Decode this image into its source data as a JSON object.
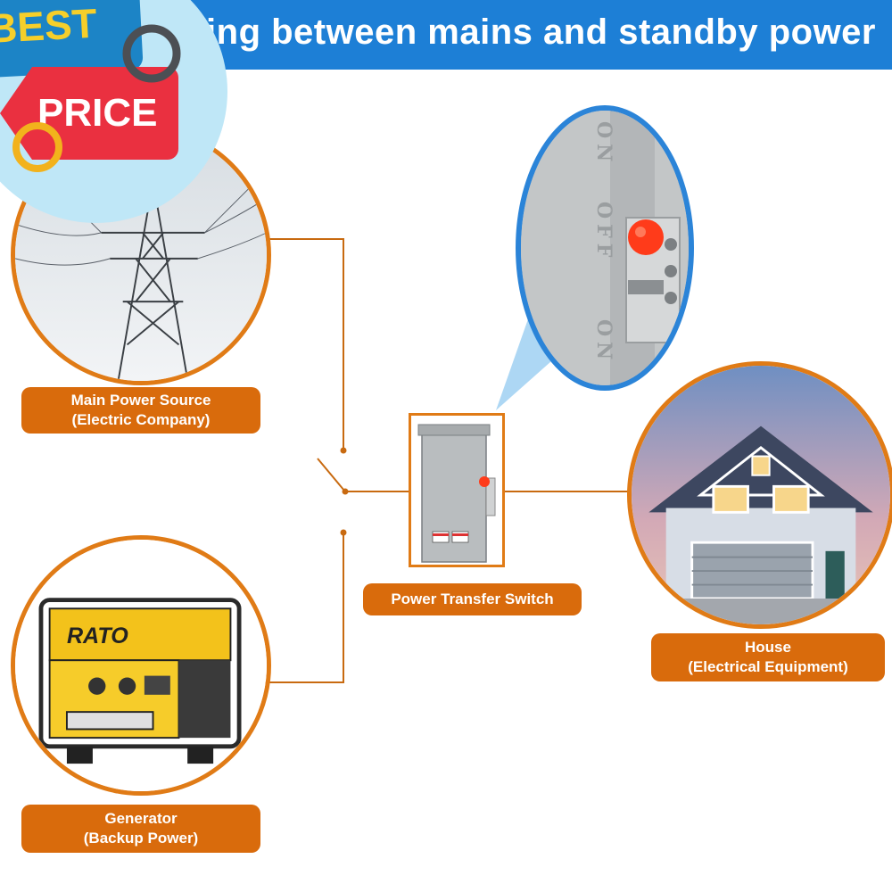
{
  "banner": {
    "title": "Switching between mains and standby power"
  },
  "badge": {
    "best": "BEST",
    "price": "PRICE"
  },
  "zoom": {
    "marks": [
      "ON",
      "OFF",
      "ON"
    ]
  },
  "nodes": {
    "main_power": {
      "line1": "Main Power Source",
      "line2": "(Electric Company)"
    },
    "generator": {
      "line1": "Generator",
      "line2": "(Backup Power)"
    },
    "transfer_switch": {
      "label": "Power Transfer Switch"
    },
    "house": {
      "line1": "House",
      "line2": "(Electrical Equipment)"
    }
  },
  "colors": {
    "accent": "#e07b16",
    "label_fill": "#d96b0c",
    "banner": "#1d7fd6",
    "zoom_border": "#2b84d8",
    "handle": "#ff3b1a"
  }
}
